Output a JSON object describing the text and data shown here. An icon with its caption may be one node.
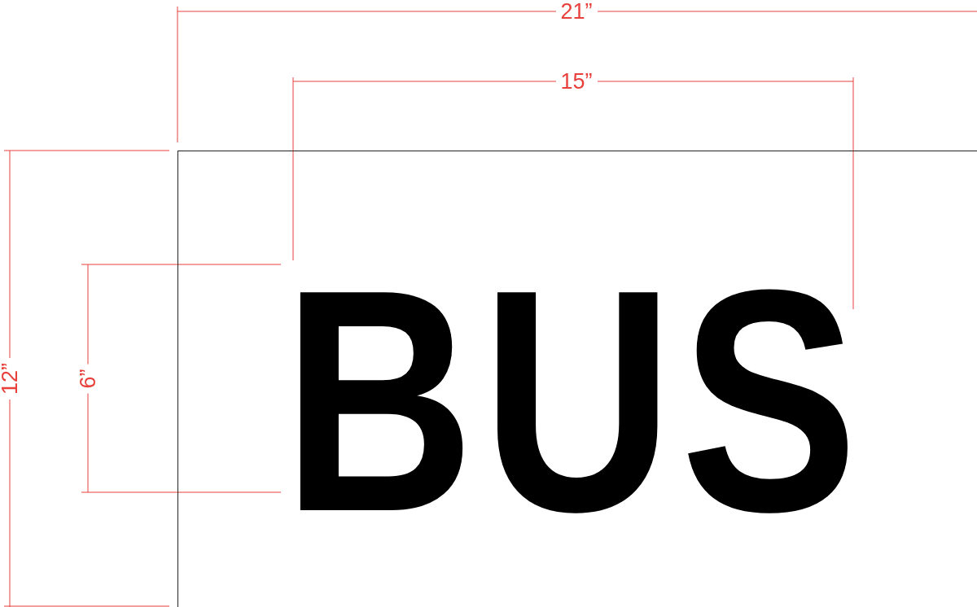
{
  "diagram": {
    "nodes": [
      {
        "text": [
          "BUS"
        ]
      }
    ],
    "labels": [
      "21”",
      "15”",
      "12”",
      "6”"
    ]
  }
}
